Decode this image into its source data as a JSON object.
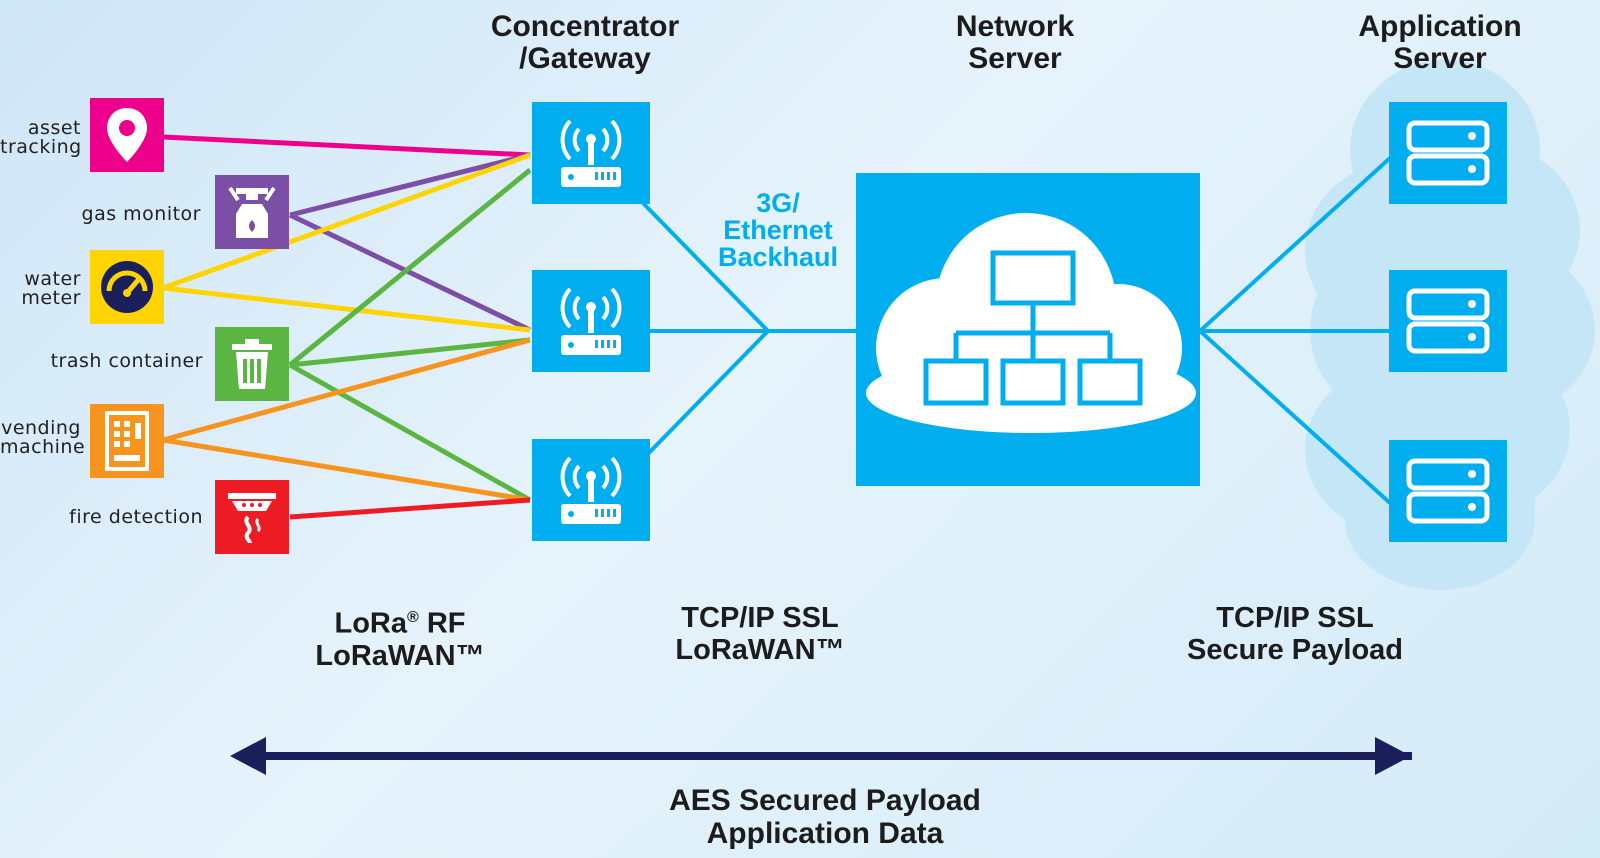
{
  "headers": {
    "gateway": "Concentrator\n/Gateway",
    "network_server": "Network\nServer",
    "app_server": "Application\nServer"
  },
  "devices": [
    {
      "label": "asset\ntracking",
      "icon": "map-pin-icon",
      "color": "#ec008c"
    },
    {
      "label": "gas monitor",
      "icon": "gas-canister-icon",
      "color": "#7b4fa6"
    },
    {
      "label": "water\nmeter",
      "icon": "gauge-icon",
      "color": "#ffd400"
    },
    {
      "label": "trash container",
      "icon": "trash-can-icon",
      "color": "#5bb543"
    },
    {
      "label": "vending\nmachine",
      "icon": "vending-machine-icon",
      "color": "#f7941d"
    },
    {
      "label": "fire detection",
      "icon": "smoke-detector-icon",
      "color": "#ed1c24"
    }
  ],
  "gateways": [
    {
      "icon": "wireless-router-icon"
    },
    {
      "icon": "wireless-router-icon"
    },
    {
      "icon": "wireless-router-icon"
    }
  ],
  "servers": [
    {
      "icon": "server-icon"
    },
    {
      "icon": "server-icon"
    },
    {
      "icon": "server-icon"
    }
  ],
  "network_server_icon": "cloud-network-icon",
  "backhaul_label": "3G/\nEthernet\nBackhaul",
  "protocols": {
    "rf_line1": "LoRa",
    "rf_reg": "®",
    "rf_line1_suffix": " RF",
    "rf_line2": "LoRaWAN™",
    "backhaul": "TCP/IP SSL\nLoRaWAN™",
    "app": "TCP/IP SSL\nSecure Payload"
  },
  "aes_line1": "AES Secured Payload",
  "aes_line2": "Application Data",
  "colors": {
    "accent": "#00aeef",
    "arrow": "#1b1f5c",
    "cloud": "#c5e6f6"
  }
}
